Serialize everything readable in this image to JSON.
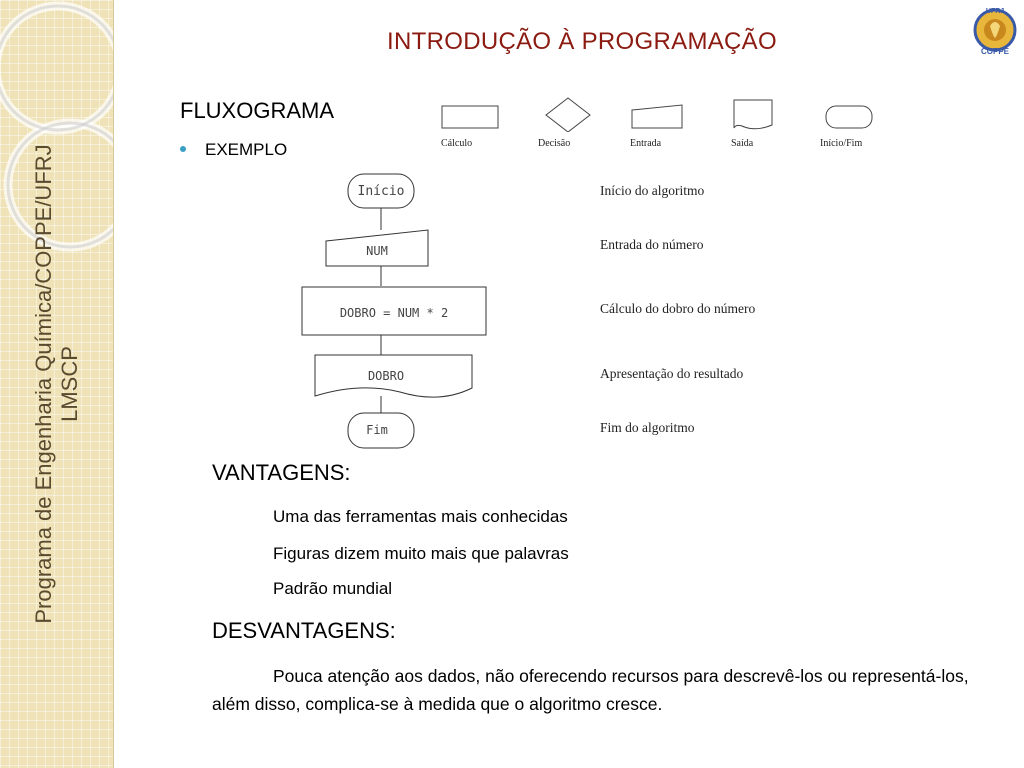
{
  "sidebar": {
    "line1": "Programa de Engenharia Química/COPPE/UFRJ",
    "line2": "LMSCP"
  },
  "logo": {
    "top_text": "UFRJ",
    "bottom_text": "COPPE"
  },
  "title": "INTRODUÇÃO À PROGRAMAÇÃO",
  "heading": "FLUXOGRAMA",
  "bullet": "EXEMPLO",
  "legend": {
    "calculo": "Cálculo",
    "decisao": "Decisão",
    "entrada": "Entrada",
    "saida": "Saída",
    "inicio_fim": "Início/Fim"
  },
  "flowchart": {
    "start": "Início",
    "input": "NUM",
    "process": "DOBRO = NUM * 2",
    "output": "DOBRO",
    "end": "Fim",
    "desc_start": "Início do algoritmo",
    "desc_input": "Entrada do número",
    "desc_process": "Cálculo do dobro do número",
    "desc_output": "Apresentação do resultado",
    "desc_end": "Fim do algoritmo"
  },
  "vantagens": {
    "heading": "VANTAGENS:",
    "items": [
      "Uma das ferramentas mais conhecidas",
      "Figuras dizem muito mais que palavras",
      "Padrão mundial"
    ]
  },
  "desvantagens": {
    "heading": "DESVANTAGENS:",
    "text": "Pouca atenção aos dados, não oferecendo recursos para descrevê-los ou representá-los, além disso, complica-se à medida que o algoritmo cresce."
  }
}
